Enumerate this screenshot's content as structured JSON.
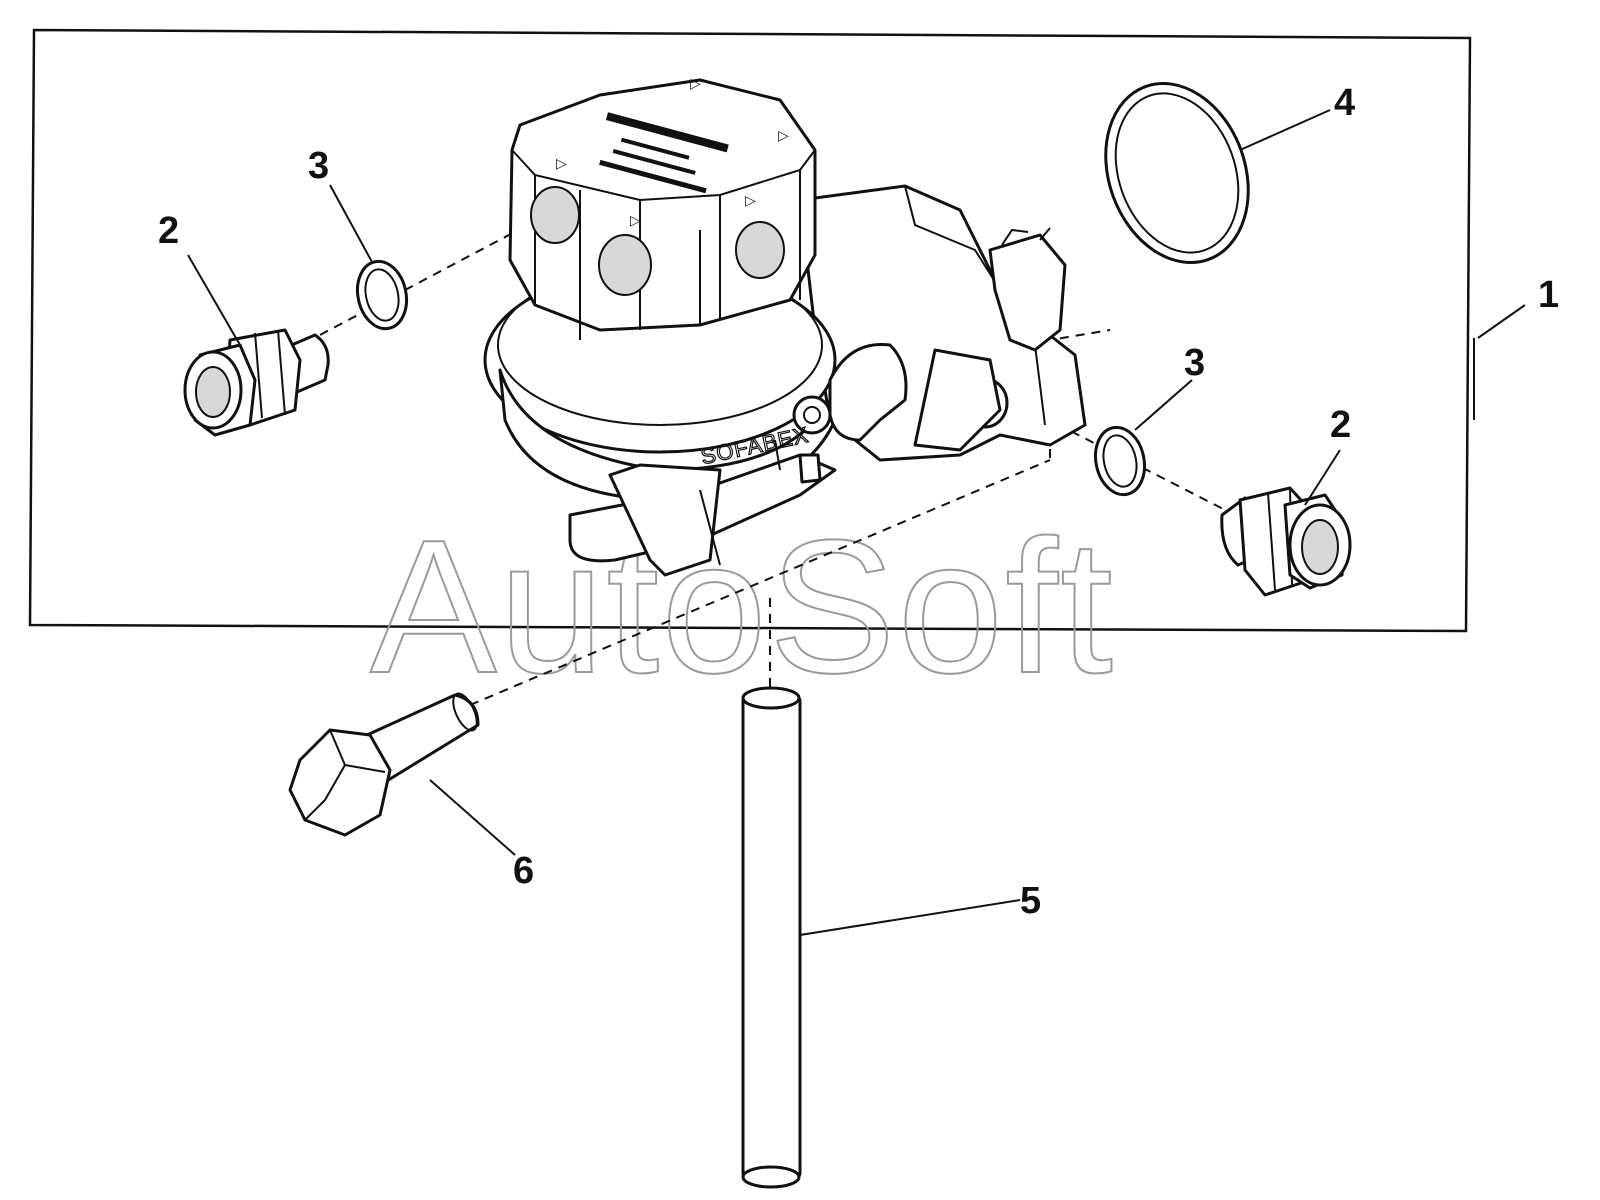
{
  "watermark": "AutoSoft",
  "callouts": [
    {
      "id": "1",
      "text": "1"
    },
    {
      "id": "2a",
      "text": "2"
    },
    {
      "id": "2b",
      "text": "2"
    },
    {
      "id": "3a",
      "text": "3"
    },
    {
      "id": "3b",
      "text": "3"
    },
    {
      "id": "4",
      "text": "4"
    },
    {
      "id": "5",
      "text": "5"
    },
    {
      "id": "6",
      "text": "6"
    }
  ],
  "pump_brand": "SOFABEX"
}
